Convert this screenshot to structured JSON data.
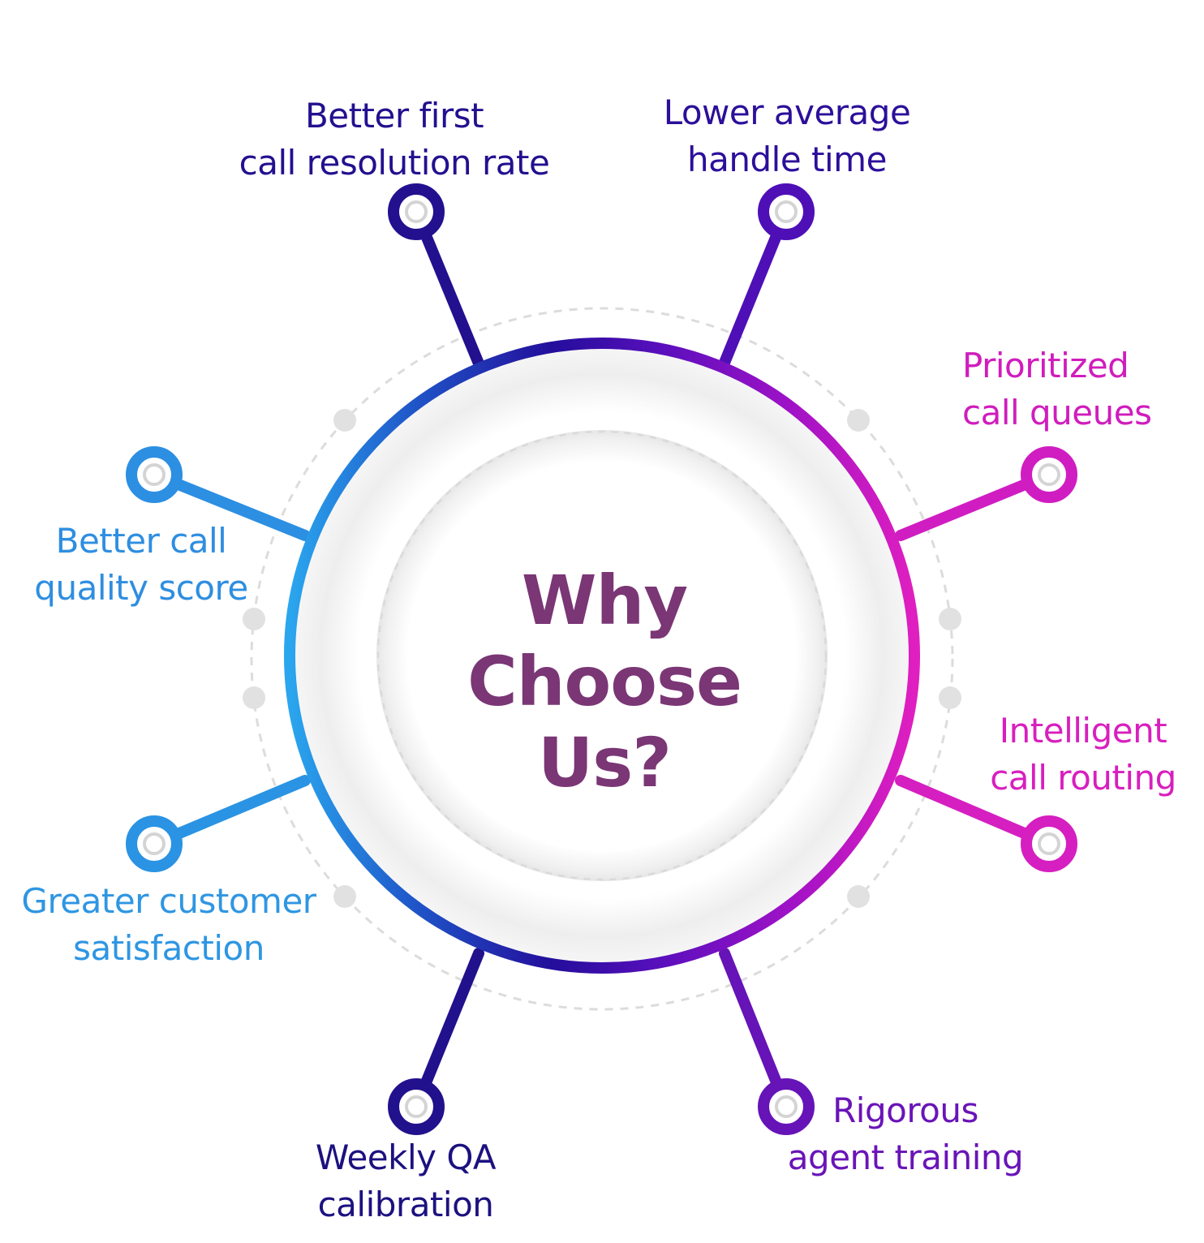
{
  "center": {
    "line1": "Why",
    "line2": "Choose",
    "line3": "Us?",
    "color": "#7a3675"
  },
  "colors": {
    "ring_gradient": [
      "#2aa6ee",
      "#1f55c8",
      "#230e9b",
      "#5b0fbd",
      "#9f12c6",
      "#e01fc0"
    ],
    "dashed_rings": "#d9d9d9",
    "dots": "#e1e1e1",
    "node_inner": "#d4d4d4"
  },
  "items": [
    {
      "id": "first-call-resolution",
      "line1": "Better first",
      "line2": "call resolution rate",
      "color": "#22108f"
    },
    {
      "id": "handle-time",
      "line1": "Lower average",
      "line2": "handle time",
      "color": "#2c0f9a"
    },
    {
      "id": "call-queues",
      "line1": "Prioritized",
      "line2": "call queues",
      "color": "#d01cbd"
    },
    {
      "id": "call-routing",
      "line1": "Intelligent",
      "line2": "call routing",
      "color": "#d81fbe"
    },
    {
      "id": "agent-training",
      "line1": "Rigorous",
      "line2": "agent training",
      "color": "#6a14b8"
    },
    {
      "id": "qa-calibration",
      "line1": "Weekly QA",
      "line2": "calibration",
      "color": "#1c1180"
    },
    {
      "id": "customer-satisfaction",
      "line1": "Greater customer",
      "line2": "satisfaction",
      "color": "#2f96e2"
    },
    {
      "id": "call-quality",
      "line1": "Better call",
      "line2": "quality score",
      "color": "#2e8ee0"
    }
  ]
}
